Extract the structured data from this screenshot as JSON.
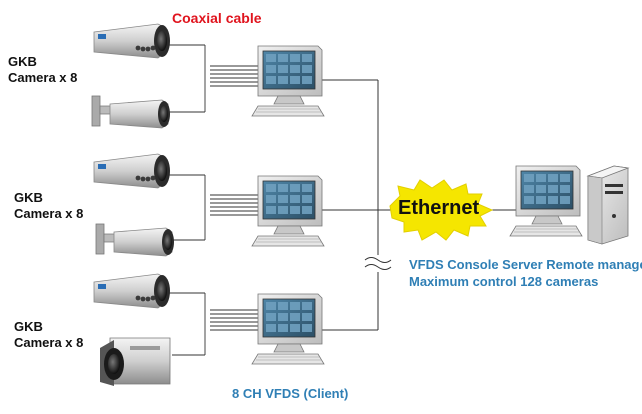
{
  "title": "Coaxial cable",
  "groups": [
    {
      "line1": "GKB",
      "line2": "Camera x 8"
    },
    {
      "line1": "GKB",
      "line2": "Camera x 8"
    },
    {
      "line1": "GKB",
      "line2": "Camera x 8"
    }
  ],
  "network": {
    "label": "Ethernet"
  },
  "server": {
    "line1": "VFDS Console Server Remote manage",
    "line2": "Maximum control 128 cameras"
  },
  "client": {
    "label": "8 CH VFDS (Client)"
  },
  "colors": {
    "coax_label": "#e0141e",
    "caption_blue": "#2f7fb5",
    "ethernet_burst": "#f5e600",
    "monitor_body": "#d9d9d9",
    "screen": "#3a6d8c"
  }
}
